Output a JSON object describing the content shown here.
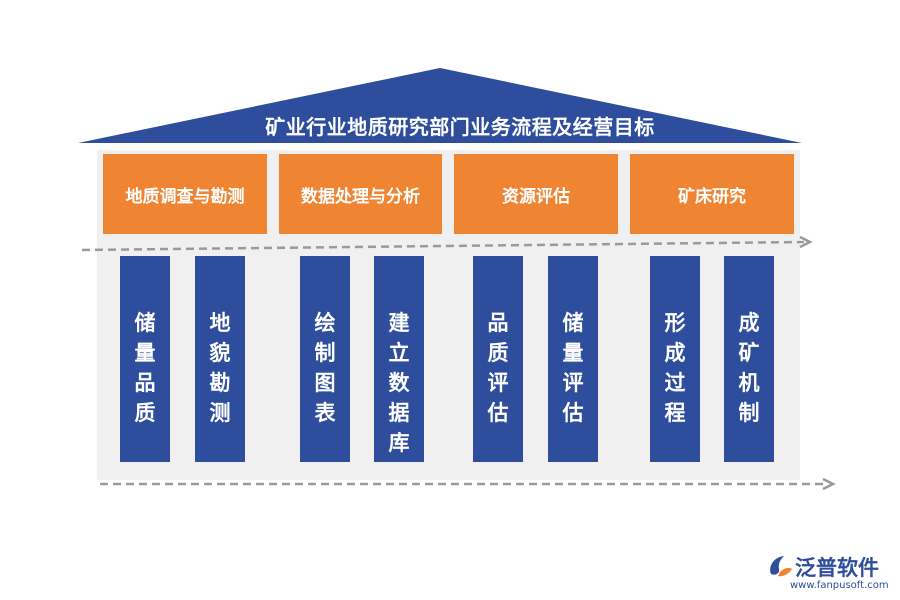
{
  "title": "矿业行业地质研究部门业务流程及经营目标",
  "colors": {
    "roof": "#2e4d9c",
    "header": "#ef8532",
    "pillar": "#2e4d9c",
    "panel": "#f0f0f0",
    "arrow": "#9a9a9a"
  },
  "sections": [
    {
      "header": "地质调查与勘测",
      "pillars": [
        "储量品质",
        "地貌勘测"
      ]
    },
    {
      "header": "数据处理与分析",
      "pillars": [
        "绘制图表",
        "建立数据库"
      ]
    },
    {
      "header": "资源评估",
      "pillars": [
        "品质评估",
        "储量评估"
      ]
    },
    {
      "header": "矿床研究",
      "pillars": [
        "形成过程",
        "成矿机制"
      ]
    }
  ],
  "logo": {
    "name": "泛普软件",
    "url": "www.fanpusoft.com"
  }
}
